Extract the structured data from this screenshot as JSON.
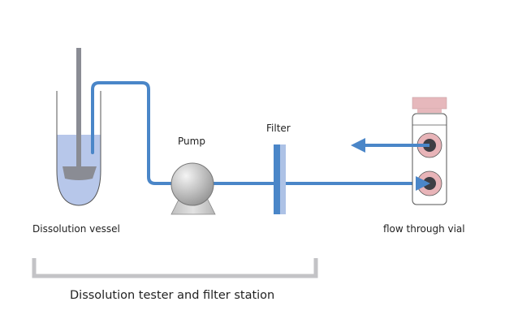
{
  "labels": {
    "vessel": "Dissolution vessel",
    "pump": "Pump",
    "filter": "Filter",
    "vial": "flow through vial",
    "station": "Dissolution tester and filter station"
  },
  "colors": {
    "tube": "#4a86c8",
    "liquid": "#b7c7ea",
    "stirrer": "#8a8c94",
    "filter_dark": "#4a86c8",
    "filter_light": "#adc2e6",
    "vial_cap": "#e6b8bc",
    "port_ring": "#e8b4b8",
    "port_center": "#3e3e44",
    "bracket": "#c3c3c6"
  }
}
